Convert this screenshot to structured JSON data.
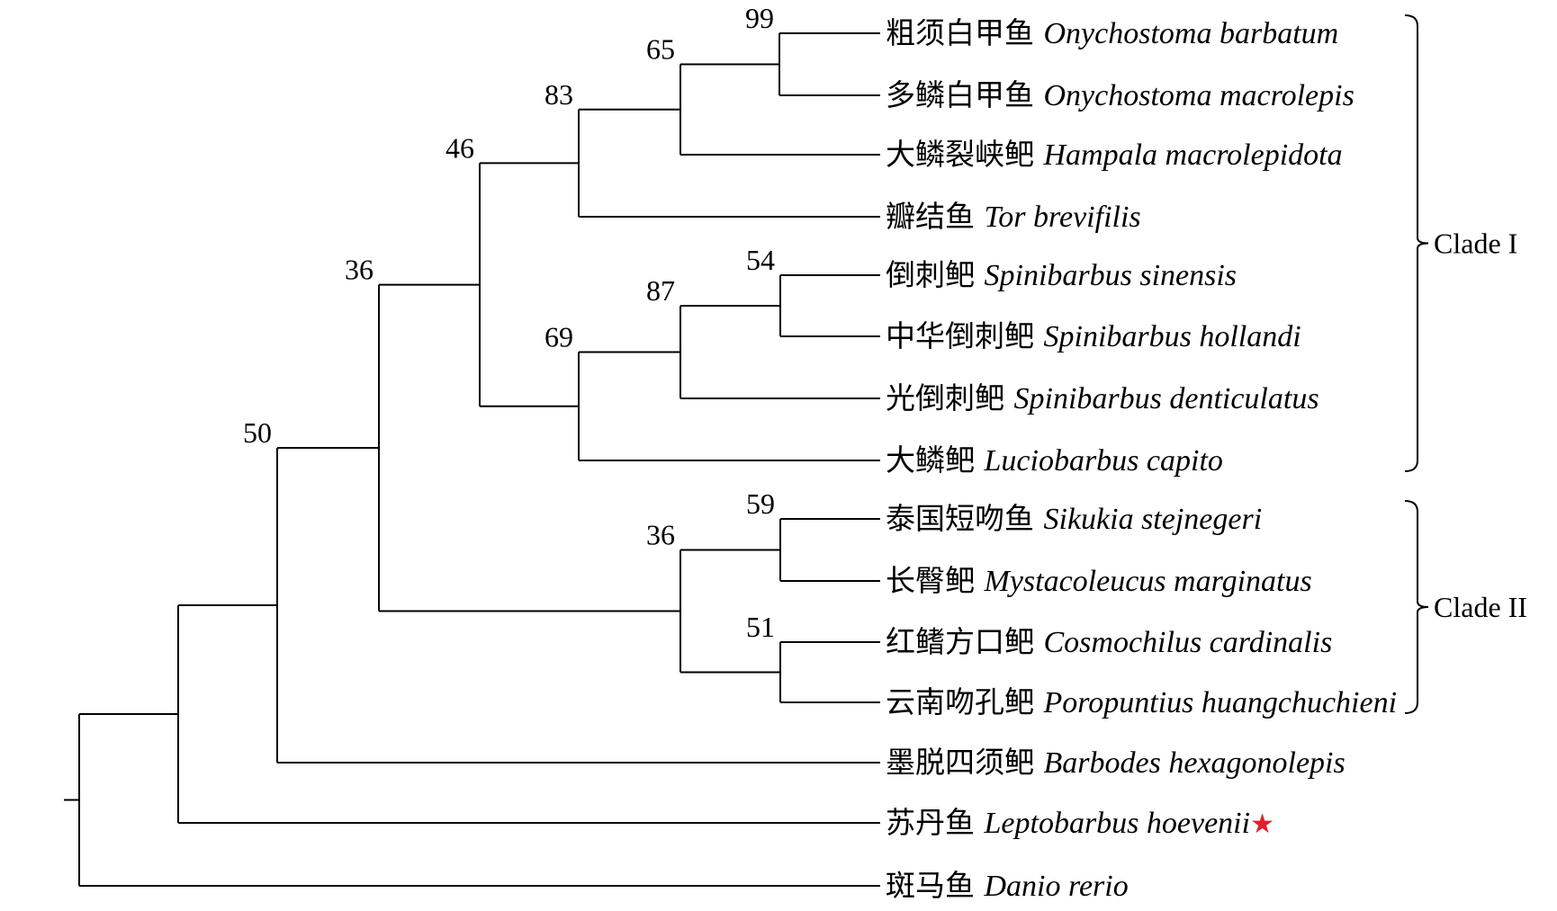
{
  "tree": {
    "taxa": [
      {
        "id": "t1",
        "zh": "粗须白甲鱼",
        "sci": "Onychostoma barbatum"
      },
      {
        "id": "t2",
        "zh": "多鳞白甲鱼",
        "sci": "Onychostoma macrolepis"
      },
      {
        "id": "t3",
        "zh": "大鳞裂峡鲃",
        "sci": "Hampala macrolepidota"
      },
      {
        "id": "t4",
        "zh": "瓣结鱼",
        "sci": "Tor brevifilis"
      },
      {
        "id": "t5",
        "zh": "倒刺鲃",
        "sci": "Spinibarbus sinensis"
      },
      {
        "id": "t6",
        "zh": "中华倒刺鲃",
        "sci": "Spinibarbus hollandi"
      },
      {
        "id": "t7",
        "zh": "光倒刺鲃",
        "sci": "Spinibarbus denticulatus"
      },
      {
        "id": "t8",
        "zh": "大鳞鲃",
        "sci": "Luciobarbus capito"
      },
      {
        "id": "t9",
        "zh": "泰国短吻鱼",
        "sci": "Sikukia stejnegeri"
      },
      {
        "id": "t10",
        "zh": "长臀鲃",
        "sci": "Mystacoleucus marginatus"
      },
      {
        "id": "t11",
        "zh": "红鳍方口鲃",
        "sci": "Cosmochilus cardinalis"
      },
      {
        "id": "t12",
        "zh": "云南吻孔鲃",
        "sci": "Poropuntius huangchuchieni"
      },
      {
        "id": "t13",
        "zh": "墨脱四须鲃",
        "sci": "Barbodes hexagonolepis"
      },
      {
        "id": "t14",
        "zh": "苏丹鱼",
        "sci": "Leptobarbus hoevenii",
        "highlight": true
      },
      {
        "id": "t15",
        "zh": "斑马鱼",
        "sci": "Danio rerio"
      }
    ],
    "nodes": [
      {
        "id": "n99",
        "support": "99",
        "children": [
          "t1",
          "t2"
        ]
      },
      {
        "id": "n65",
        "support": "65",
        "children": [
          "n99",
          "t3"
        ]
      },
      {
        "id": "n83",
        "support": "83",
        "children": [
          "n65",
          "t4"
        ]
      },
      {
        "id": "n54",
        "support": "54",
        "children": [
          "t5",
          "t6"
        ]
      },
      {
        "id": "n87",
        "support": "87",
        "children": [
          "n54",
          "t7"
        ]
      },
      {
        "id": "n69",
        "support": "69",
        "children": [
          "n87",
          "t8"
        ]
      },
      {
        "id": "n46",
        "support": "46",
        "children": [
          "n83",
          "n69"
        ]
      },
      {
        "id": "n59",
        "support": "59",
        "children": [
          "t9",
          "t10"
        ]
      },
      {
        "id": "n51",
        "support": "51",
        "children": [
          "t11",
          "t12"
        ]
      },
      {
        "id": "n36b",
        "support": "36",
        "children": [
          "n59",
          "n51"
        ]
      },
      {
        "id": "n36a",
        "support": "36",
        "children": [
          "n46",
          "n36b"
        ]
      },
      {
        "id": "n50",
        "support": "50",
        "children": [
          "n36a",
          "t13"
        ]
      },
      {
        "id": "n50p",
        "support": "",
        "children": [
          "n50",
          "t14"
        ]
      },
      {
        "id": "root",
        "support": "",
        "children": [
          "n50p",
          "t15"
        ]
      }
    ],
    "clades": [
      {
        "id": "clade1",
        "label": "Clade I",
        "from": "t1",
        "to": "t8"
      },
      {
        "id": "clade2",
        "label": "Clade II",
        "from": "t9",
        "to": "t12"
      }
    ],
    "highlight_color": "#e0202a"
  }
}
